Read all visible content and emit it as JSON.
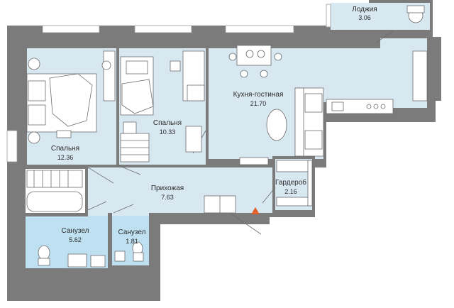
{
  "colors": {
    "wall": "#7b7b7b",
    "floor": "#d8e8f1",
    "wet_floor": "#bfe0f1",
    "window": "#ffffff",
    "entrance_marker": "#e35f2b"
  },
  "rooms": [
    {
      "id": "loggia",
      "name": "Лоджия",
      "area": "3.06"
    },
    {
      "id": "bedroom-1",
      "name": "Спальня",
      "area": "12.36"
    },
    {
      "id": "bedroom-2",
      "name": "Спальня",
      "area": "10.33"
    },
    {
      "id": "kitchen-living",
      "name": "Кухня-гостиная",
      "area": "21.70"
    },
    {
      "id": "hallway",
      "name": "Прихожая",
      "area": "7.63"
    },
    {
      "id": "wardrobe",
      "name": "Гардероб",
      "area": "2.16"
    },
    {
      "id": "bathroom-1",
      "name": "Санузел",
      "area": "5.62"
    },
    {
      "id": "bathroom-2",
      "name": "Санузел",
      "area": "1.81"
    }
  ],
  "icons": {
    "entrance": "triangle-marker"
  }
}
